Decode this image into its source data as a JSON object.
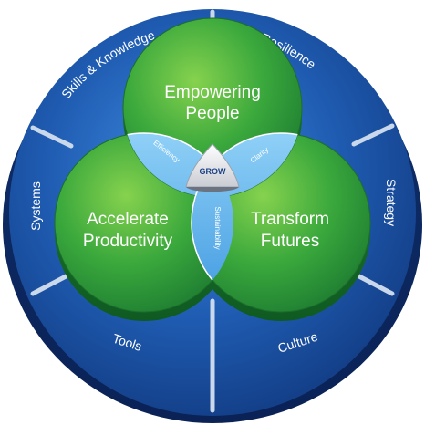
{
  "ring": {
    "segments": [
      {
        "label": "Skills & Knowledge"
      },
      {
        "label": "Resilience"
      },
      {
        "label": "Strategy"
      },
      {
        "label": "Culture"
      },
      {
        "label": "Tools"
      },
      {
        "label": "Systems"
      }
    ]
  },
  "circles": {
    "top": {
      "line1": "Empowering",
      "line2": "People"
    },
    "left": {
      "line1": "Accelerate",
      "line2": "Productivity"
    },
    "right": {
      "line1": "Transform",
      "line2": "Futures"
    }
  },
  "lenses": {
    "left_top": "Efficiency",
    "right_top": "Clarity",
    "bottom": "Sustainability"
  },
  "center": {
    "label": "GROW"
  },
  "colors": {
    "ring_blue": "#1d56a8",
    "ring_dark": "#143f86",
    "circle_green": "#2f9e3a",
    "circle_light_green": "#6cc34a",
    "lens_blue": "#4fa9ea"
  }
}
